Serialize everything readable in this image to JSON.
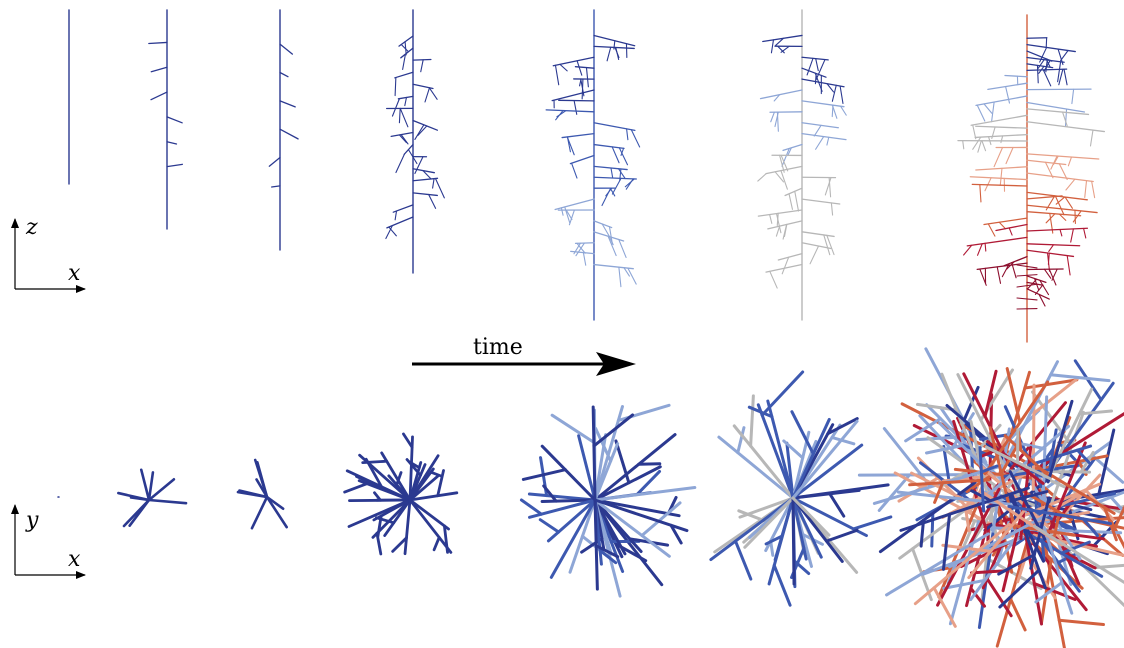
{
  "colors": {
    "navy": "#2b3990",
    "blue": "#3d59b0",
    "lightblue": "#8ea6d6",
    "gray": "#b7b7b7",
    "salmon": "#e7a088",
    "orange": "#d2603e",
    "red": "#b01a36",
    "darkred": "#8d0f2e"
  },
  "side_view_axes": {
    "vertical": "z",
    "horizontal": "x"
  },
  "top_view_axes": {
    "vertical": "y",
    "horizontal": "x"
  },
  "time_arrow": {
    "label": "time"
  },
  "stages": 7
}
